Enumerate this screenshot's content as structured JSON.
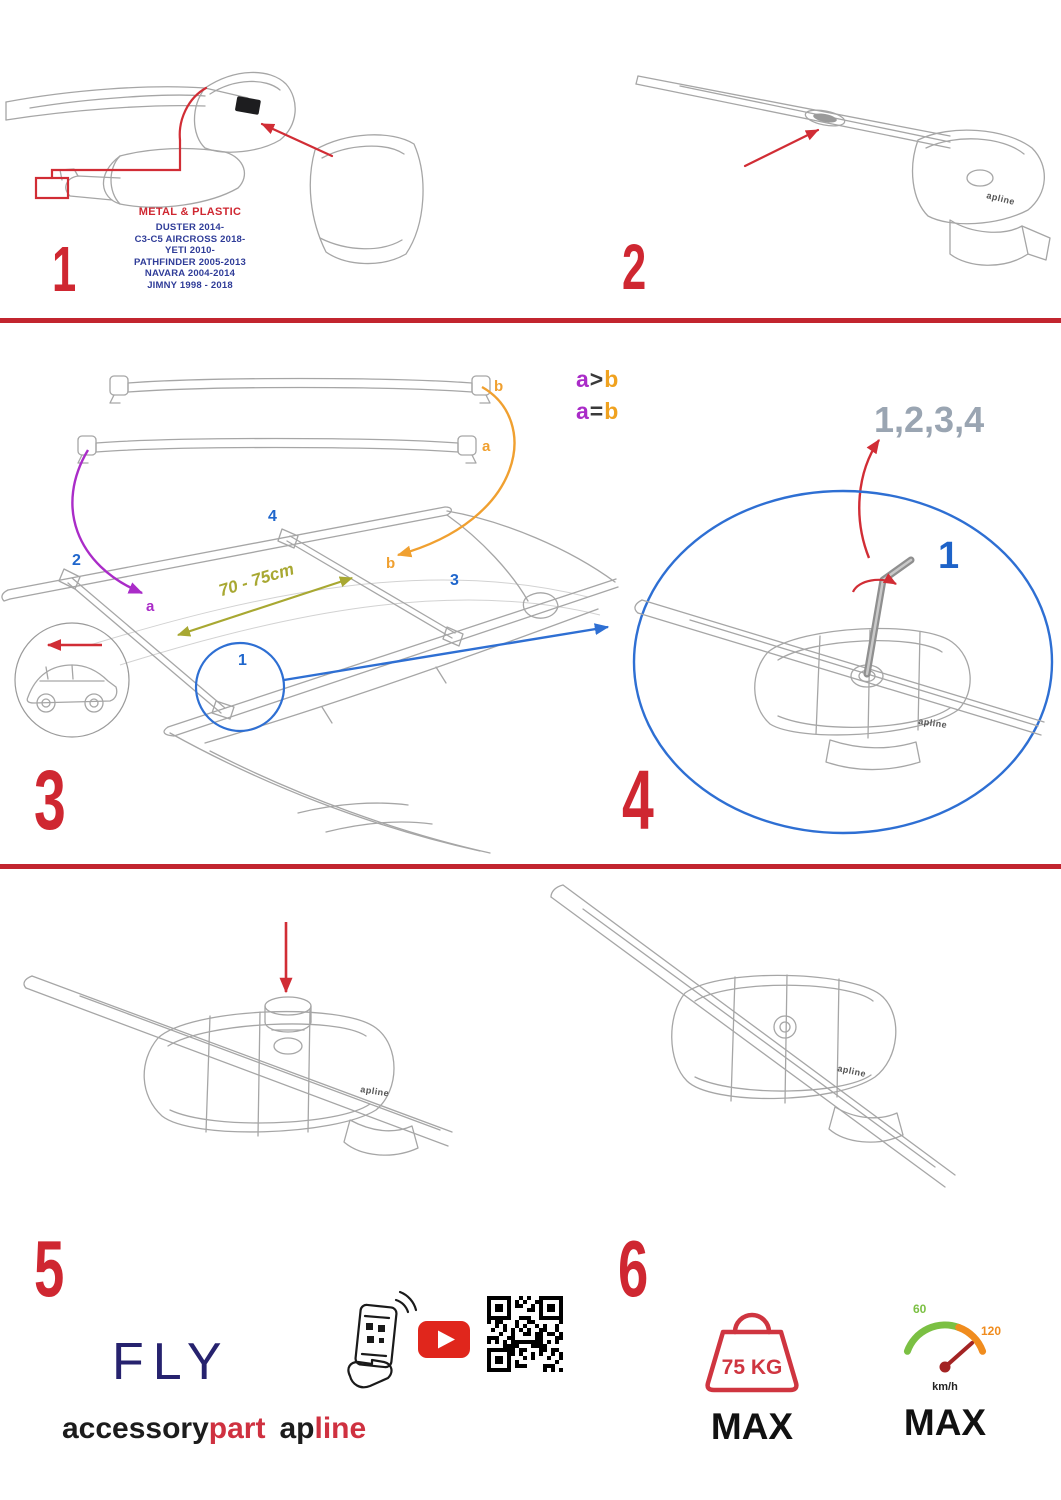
{
  "brand": {
    "logo": "apline",
    "fly": "FLY",
    "accessory": "accessory",
    "part": "part",
    "ap": "ap",
    "line": "line"
  },
  "steps": {
    "n1": "1",
    "n2": "2",
    "n3": "3",
    "n4": "4",
    "n5": "5",
    "n6": "6"
  },
  "step1": {
    "material": "METAL & PLASTIC",
    "models": [
      "DUSTER 2014-",
      "C3-C5 AIRCROSS 2018-",
      "YETI 2010-",
      "PATHFINDER 2005-2013",
      "NAVARA 2004-2014",
      "JIMNY 1998 - 2018"
    ]
  },
  "step3": {
    "rule1": {
      "a": "a",
      "op": ">",
      "b": "b"
    },
    "rule2": {
      "a": "a",
      "op": "=",
      "b": "b"
    },
    "distance": "70 - 75cm",
    "bar_b": "b",
    "bar_a": "a",
    "pos1": "1",
    "pos2": "2",
    "pos3": "3",
    "pos4": "4",
    "roof_a": "a",
    "roof_b": "b"
  },
  "step4": {
    "sequence": "1,2,3,4",
    "first": "1"
  },
  "limits": {
    "weight": "75 KG",
    "weight_max": "MAX",
    "speed_low": "60",
    "speed_high": "120",
    "speed_unit": "km/h",
    "speed_max": "MAX"
  }
}
